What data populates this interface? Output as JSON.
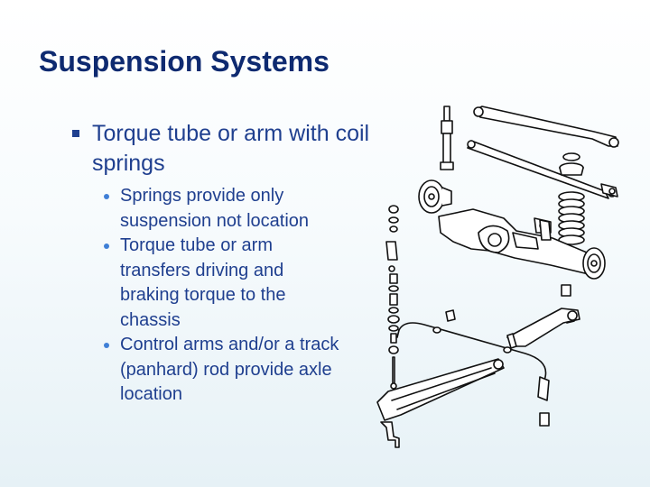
{
  "slide": {
    "title": "Suspension Systems",
    "bullet": {
      "text": "Torque tube or arm with coil springs",
      "sub_items": [
        {
          "text": "Springs provide only suspension not location"
        },
        {
          "text": "Torque tube or arm transfers driving and braking torque to the chassis"
        },
        {
          "text": "Control arms and/or a track (panhard) rod provide axle location"
        }
      ]
    }
  },
  "colors": {
    "title": "#0e2a70",
    "text": "#1f3f8f",
    "sub_bullet": "#3f7fd6"
  }
}
